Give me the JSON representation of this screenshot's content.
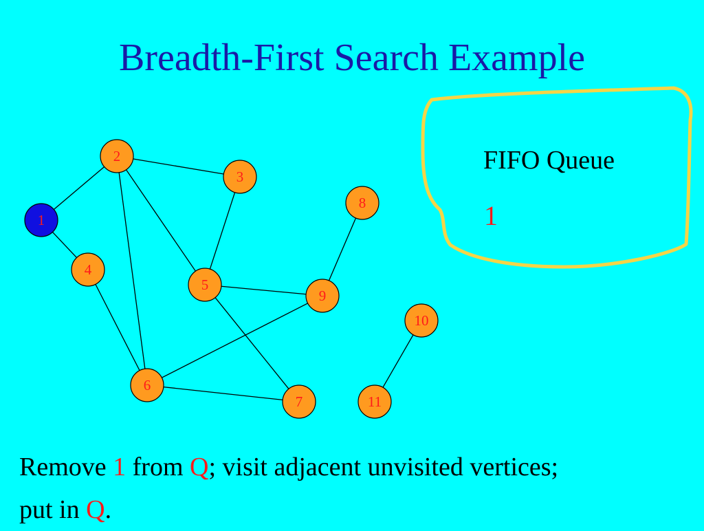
{
  "title": "Breadth-First Search Example",
  "queue": {
    "label": "FIFO Queue",
    "items": [
      "1"
    ]
  },
  "graph": {
    "nodes": [
      {
        "id": "1",
        "state": "visited"
      },
      {
        "id": "2",
        "state": "unvisited"
      },
      {
        "id": "3",
        "state": "unvisited"
      },
      {
        "id": "4",
        "state": "unvisited"
      },
      {
        "id": "5",
        "state": "unvisited"
      },
      {
        "id": "6",
        "state": "unvisited"
      },
      {
        "id": "7",
        "state": "unvisited"
      },
      {
        "id": "8",
        "state": "unvisited"
      },
      {
        "id": "9",
        "state": "unvisited"
      },
      {
        "id": "10",
        "state": "unvisited"
      },
      {
        "id": "11",
        "state": "unvisited"
      }
    ],
    "edges": [
      [
        "1",
        "2"
      ],
      [
        "1",
        "4"
      ],
      [
        "2",
        "3"
      ],
      [
        "2",
        "5"
      ],
      [
        "2",
        "6"
      ],
      [
        "3",
        "5"
      ],
      [
        "4",
        "6"
      ],
      [
        "5",
        "9"
      ],
      [
        "5",
        "7"
      ],
      [
        "6",
        "9"
      ],
      [
        "6",
        "7"
      ],
      [
        "8",
        "9"
      ],
      [
        "10",
        "11"
      ]
    ]
  },
  "caption": {
    "p1": "Remove ",
    "hl1": "1",
    "p2": " from ",
    "hl2": "Q",
    "p3": "; visit adjacent unvisited vertices;",
    "p4": "put in ",
    "hl3": "Q",
    "p5": "."
  },
  "colors": {
    "background": "#00FFFF",
    "title": "#1A1AA6",
    "node_unvisited": "#FF9A1F",
    "node_visited": "#1010E0",
    "node_label": "#FF1A1A",
    "edge": "#000000",
    "queue_border": "#F5D547",
    "highlight": "#FF1A1A"
  }
}
